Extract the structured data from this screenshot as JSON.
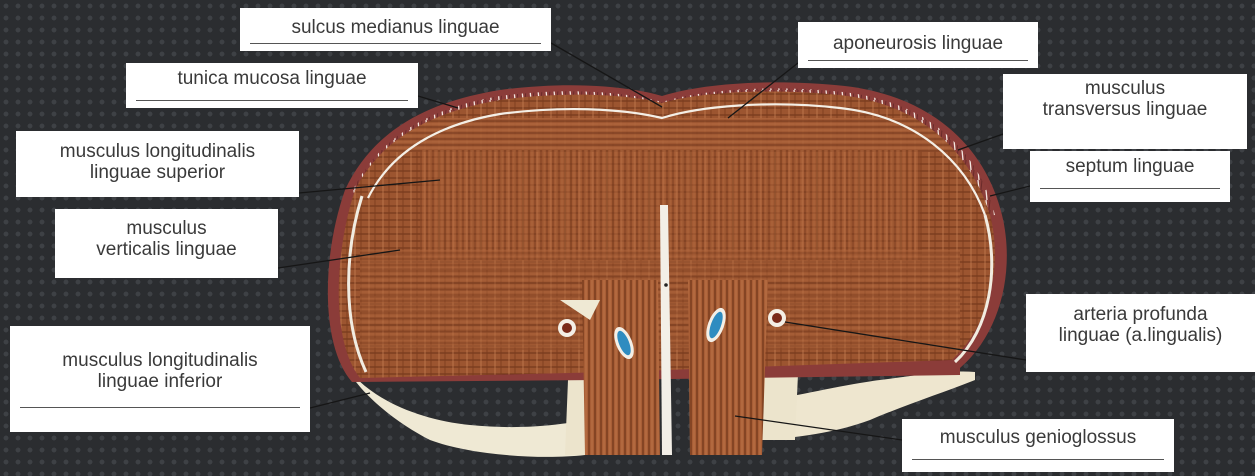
{
  "labels": {
    "sulcus_medianus": "sulcus medianus linguae",
    "tunica_mucosa": "tunica mucosa linguae",
    "long_sup_1": "musculus longitudinalis",
    "long_sup_2": "linguae superior",
    "verticalis_1": "musculus",
    "verticalis_2": "verticalis linguae",
    "long_inf_1": "musculus longitudinalis",
    "long_inf_2": "linguae inferior",
    "aponeurosis": "aponeurosis linguae",
    "transversus_1": "musculus",
    "transversus_2": "transversus linguae",
    "septum": "septum linguae",
    "arteria_1": "arteria profunda",
    "arteria_2": "linguae (a.lingualis)",
    "genioglossus": "musculus genioglossus"
  },
  "colors": {
    "background": "#2b2d30",
    "muscle": "#a25c34",
    "muscle_fiber": "#6e3418",
    "mucosa": "#8a3a3a",
    "fat": "#efe9d4",
    "vessel": "#2f8cc0",
    "leader_line": "#1a1a1a"
  }
}
